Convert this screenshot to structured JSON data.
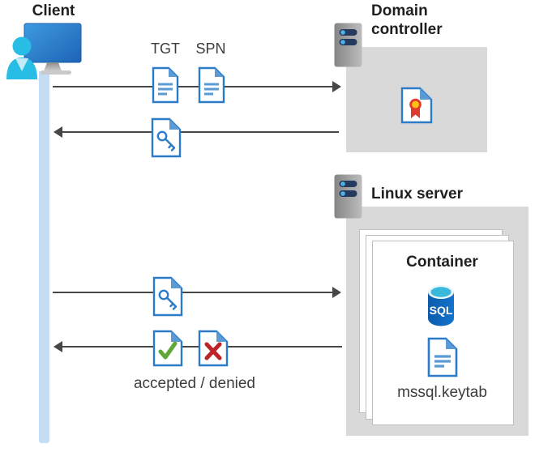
{
  "client": {
    "label": "Client"
  },
  "domain_controller": {
    "label_line1": "Domain",
    "label_line2": "controller"
  },
  "linux_server": {
    "label": "Linux server"
  },
  "container": {
    "title": "Container",
    "sql_badge": "SQL",
    "keytab_label": "mssql.keytab"
  },
  "flow": {
    "tgt_label": "TGT",
    "spn_label": "SPN",
    "result_label": "accepted / denied"
  },
  "colors": {
    "doc_blue": "#2b7bc9",
    "doc_fold": "#5b9bd5",
    "check_green": "#5fa838",
    "cross_red": "#bd2427",
    "ribbon_red": "#e03a2f",
    "ribbon_gold": "#ffc20e",
    "box_gray": "#d9d9d9",
    "lifeline_blue": "#c5dcf5",
    "arrow_gray": "#474747",
    "sql_blue": "#0e66b8",
    "sql_top_cyan": "#3ab8dc",
    "person_cyan": "#27bde4",
    "server_pill_navy": "#243a5e",
    "server_dot_blue": "#4db3e6",
    "card_border": "#bfbfbf",
    "text_dark": "#1f1f1f",
    "text_gray": "#3d3d3d"
  }
}
